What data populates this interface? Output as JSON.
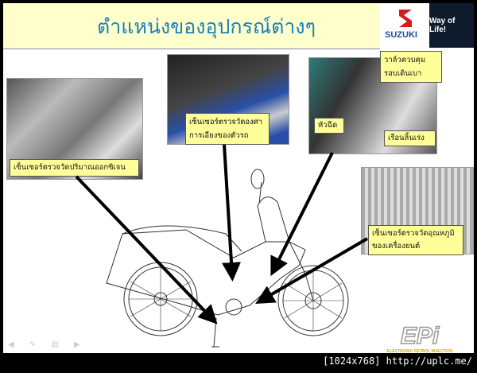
{
  "slide": {
    "title": "ตำแหน่งของอุปกรณ์ต่างๆ",
    "brand": {
      "name": "SUZUKI",
      "slogan": "Way of Life!",
      "color": "#d71920"
    },
    "labels": {
      "o2_sensor": "เซ็นเซอร์ตรวจวัดปริมาณออกซิเจน",
      "tilt_sensor_1": "เซ็นเซอร์ตรวจวัดองศา",
      "tilt_sensor_2": "การเอียงของตัวรถ",
      "idle_valve_1": "วาล์วควบคุม",
      "idle_valve_2": "รอบเดินเบา",
      "injector": "หัวฉีด",
      "throttle_body": "เรือนลิ้นเร่ง",
      "temp_sensor_1": "เซ็นเซอร์ตรวจวัดอุณหภูมิ",
      "temp_sensor_2": "ของเครื่องยนต์"
    },
    "epi_logo": {
      "text": "EPi",
      "subtext": "ELECTRONIC PETROL INJECTION"
    },
    "accent_color": "#1a7fc0",
    "label_bg": "#FFFF99"
  },
  "footer": {
    "text": "[1024x768] http://uplc.me/"
  }
}
